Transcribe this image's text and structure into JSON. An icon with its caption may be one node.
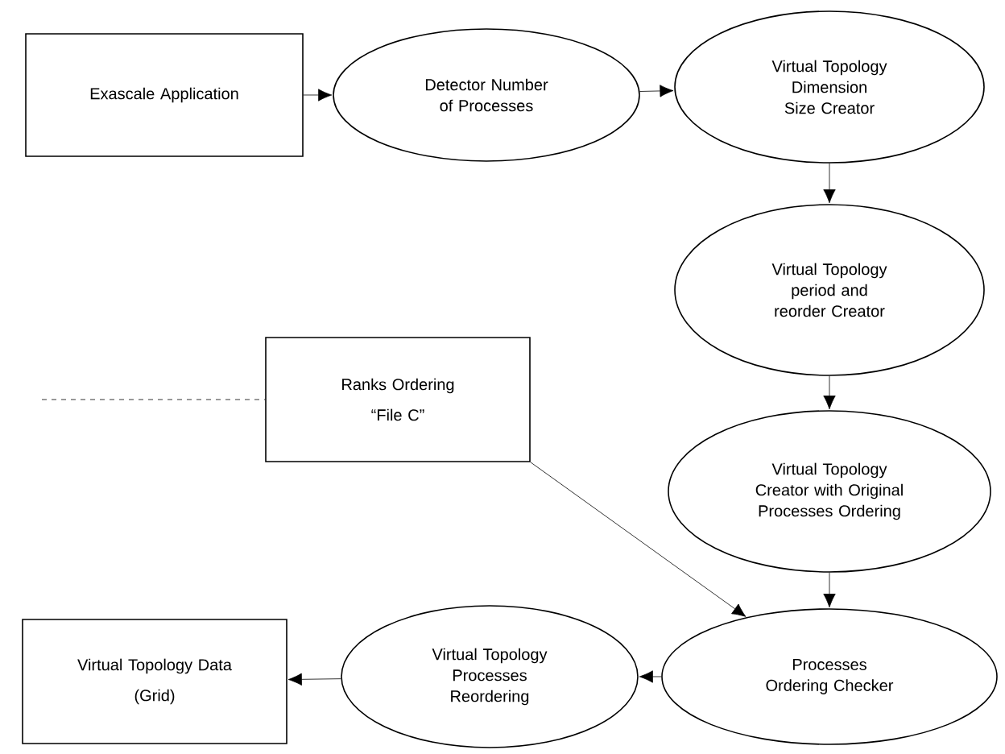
{
  "diagram": {
    "nodes": [
      {
        "text": [
          "Exascale Application"
        ]
      },
      {
        "text": [
          "Detector Number of Processes"
        ]
      },
      {
        "text": [
          "Virtual Topology Dimension Size Creator"
        ]
      },
      {
        "text": [
          "Virtual Topology period and reorder Creator"
        ]
      },
      {
        "text": [
          "Ranks Ordering",
          "“File C”"
        ]
      },
      {
        "text": [
          "Virtual Topology Creator with Original Processes Ordering"
        ]
      },
      {
        "text": [
          "Processes Ordering Checker"
        ]
      },
      {
        "text": [
          "Virtual Topology Processes Reordering"
        ]
      },
      {
        "text": [
          "Virtual Topology Data",
          "(Grid)"
        ]
      }
    ],
    "edges": [
      {
        "from": 0,
        "to": 1,
        "arrow": "to"
      },
      {
        "from": 1,
        "to": 2,
        "arrow": "to"
      },
      {
        "from": 2,
        "to": 3,
        "arrow": "to"
      },
      {
        "from": 3,
        "to": 5,
        "arrow": "to"
      },
      {
        "from": 5,
        "to": 6,
        "arrow": "to"
      },
      {
        "from": 4,
        "to": 6,
        "arrow": "to"
      },
      {
        "from": 6,
        "to": 7,
        "arrow": "to"
      },
      {
        "from": 7,
        "to": 8,
        "arrow": "to"
      },
      {
        "from": null,
        "to": 4,
        "arrow": "none",
        "style": "dashed"
      }
    ]
  }
}
